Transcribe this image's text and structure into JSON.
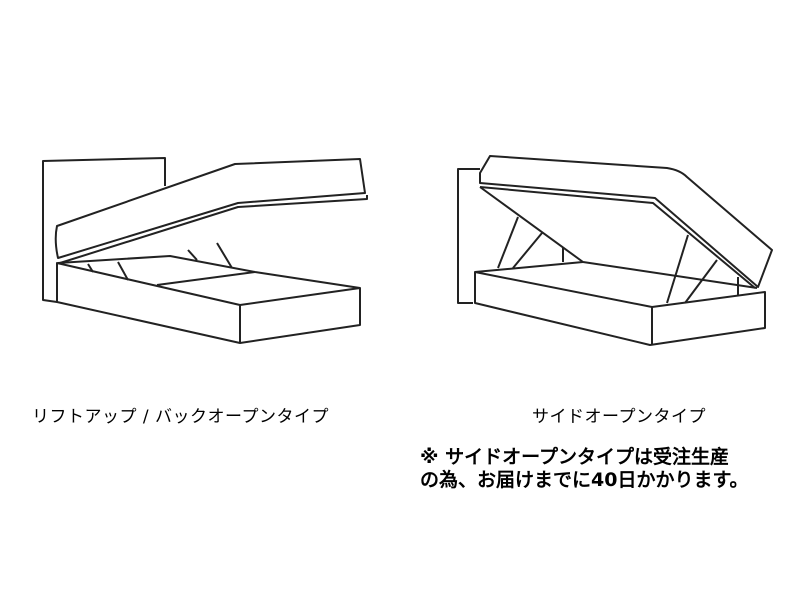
{
  "left_figure": {
    "label": "リフトアップ / バックオープンタイプ"
  },
  "right_figure": {
    "label": "サイドオープンタイプ"
  },
  "note": {
    "line1": "※ サイドオープンタイプは受注生産",
    "line2": "の為、お届けまでに40日かかります。"
  }
}
